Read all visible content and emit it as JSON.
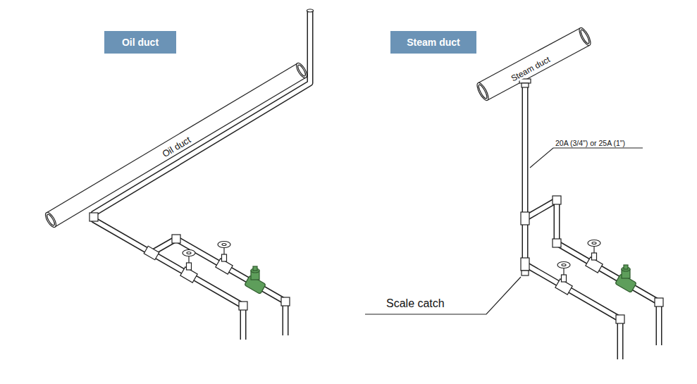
{
  "diagram": {
    "nodes": [
      {
        "text": [
          "Oil duct"
        ]
      },
      {
        "text": [
          "Steam duct"
        ]
      }
    ],
    "labels": [
      "Oil duct",
      "Steam duct",
      "20A (3/4\") or 25A (1\")",
      "Scale catch"
    ]
  }
}
